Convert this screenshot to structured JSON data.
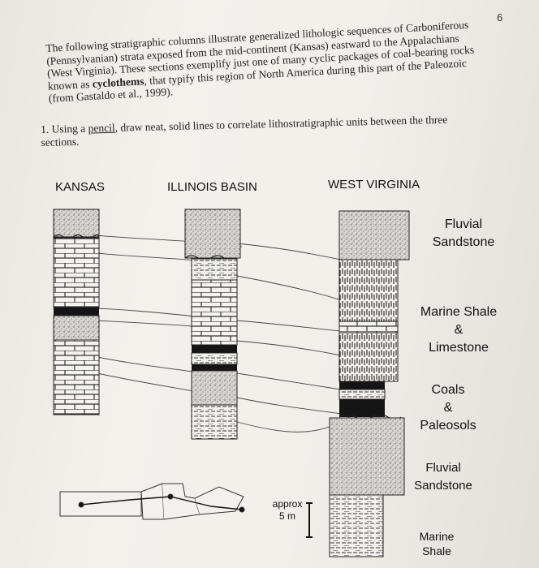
{
  "page": {
    "number": "6"
  },
  "intro": {
    "lines": [
      "The following stratigraphic columns illustrate generalized lithologic sequences of Carboniferous",
      "(Pennsylvanian) strata exposed from the mid-continent (Kansas) eastward to the Appalachians",
      "(West Virginia). These sections exemplify just one of many cyclic packages of coal-bearing rocks",
      "known as cyclothems, that typify this region of North America during this part of the Paleozoic",
      "(from Gastaldo et al., 1999)."
    ],
    "bold_term": "cyclothems"
  },
  "question": {
    "line1_pre": "1. Using a ",
    "line1_underlined": "pencil",
    "line1_post": ", draw neat, solid lines to correlate lithostratigraphic units between the three",
    "line2": "sections."
  },
  "columns": {
    "kansas": "KANSAS",
    "illinois": "ILLINOIS BASIN",
    "west_virginia": "WEST VIRGINIA"
  },
  "legend": {
    "fluvial_top": [
      "Fluvial",
      "Sandstone"
    ],
    "marine_shale_limestone": [
      "Marine Shale",
      "&",
      "Limestone"
    ],
    "coals_paleosols": [
      "Coals",
      "&",
      "Paleosols"
    ],
    "fluvial_bottom": [
      "Fluvial",
      "Sandstone"
    ],
    "marine_shale": [
      "Marine",
      "Shale"
    ]
  },
  "scale": {
    "label": "approx",
    "value": "5 m"
  }
}
